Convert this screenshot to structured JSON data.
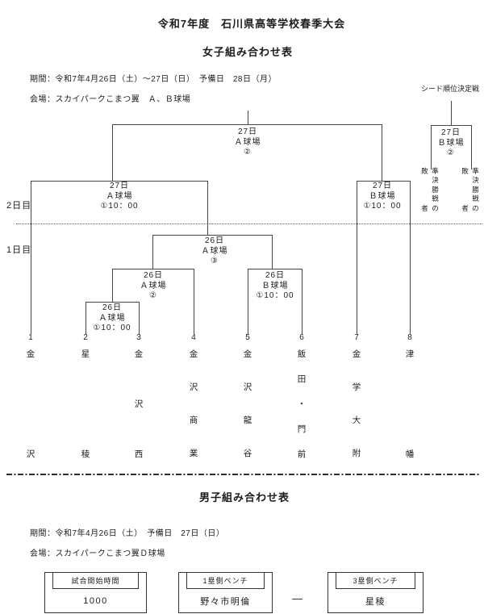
{
  "page": {
    "title": "令和7年度　石川県高等学校春季大会"
  },
  "women": {
    "heading": "女子組み合わせ表",
    "period_label": "期間：令和7年4月26日（土）～27日（日）　予備日　28日（月）",
    "venue_label": "会場：スカイパークこまつ翼　Ａ、Ｂ球場",
    "seed_note": "シード順位決定戦",
    "day2_label": "2日目",
    "day1_label": "1日目",
    "matches": {
      "final": {
        "lines": [
          "27日",
          "Ａ球場",
          "②"
        ]
      },
      "sf_left": {
        "lines": [
          "27日",
          "Ａ球場",
          "①10：00"
        ]
      },
      "sf_right": {
        "lines": [
          "27日",
          "Ｂ球場",
          "①10：00"
        ]
      },
      "r2": {
        "lines": [
          "26日",
          "Ａ球場",
          "③"
        ]
      },
      "r1_a2": {
        "lines": [
          "26日",
          "Ａ球場",
          "②"
        ]
      },
      "r1_b1": {
        "lines": [
          "26日",
          "Ｂ球場",
          "①10：00"
        ]
      },
      "r1_a1": {
        "lines": [
          "26日",
          "Ａ球場",
          "①10：00"
        ]
      },
      "seed_match": {
        "lines": [
          "27日",
          "Ｂ球場",
          "②"
        ]
      }
    },
    "loser_note": {
      "col_right": "準決勝戦の",
      "col_left": "敗者"
    },
    "teams": [
      {
        "no": "1",
        "name": "金沢"
      },
      {
        "no": "2",
        "name": "星稜"
      },
      {
        "no": "3",
        "name": "金沢西"
      },
      {
        "no": "4",
        "name": "金沢商業"
      },
      {
        "no": "5",
        "name": "金沢龍谷"
      },
      {
        "no": "6",
        "name": "飯田・門前"
      },
      {
        "no": "7",
        "name": "金学大附"
      },
      {
        "no": "8",
        "name": "津幡"
      }
    ]
  },
  "men": {
    "heading": "男子組み合わせ表",
    "period_label": "期間：令和7年4月26日（土）　予備日　27日（日）",
    "venue_label": "会場：スカイパークこまつ翼Ｄ球場",
    "vs_dash": "―",
    "info_boxes": [
      {
        "header": "試合開始時間",
        "value": "1000"
      },
      {
        "header": "1塁側ベンチ",
        "value": "野々市明倫"
      },
      {
        "header": "3塁側ベンチ",
        "value": "星稜"
      }
    ]
  }
}
